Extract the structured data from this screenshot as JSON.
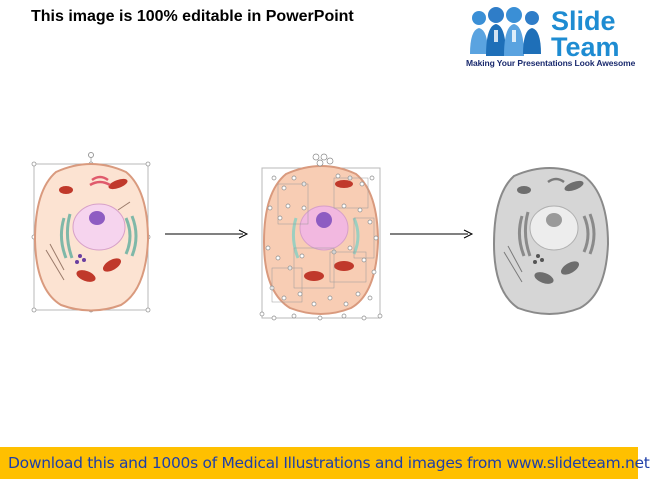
{
  "header": {
    "title": "This image is 100% editable in PowerPoint"
  },
  "logo": {
    "word1": "Slide",
    "word2": "Team",
    "tagline": "Making Your Presentations Look Awesome",
    "brand_color": "#1e8cd2",
    "icon": "people-group-icon"
  },
  "illustration": {
    "panels": [
      "original-cell",
      "editable-shapes-cell",
      "grayscale-cell"
    ],
    "arrows": 2,
    "colors": {
      "cytoplasm": "#fce3d2",
      "membrane": "#d99a7e",
      "nucleus": "#f2b8e0",
      "nucleolus": "#8e5cc2",
      "mitochondria": "#c0392b",
      "golgi": "#9ccfc0",
      "grayscale_fill": "#d6d6d6"
    }
  },
  "footer": {
    "text": "Download this and 1000s of Medical Illustrations and images from www.slideteam.net",
    "background": "#ffc000",
    "text_color": "#1f3fa8"
  }
}
